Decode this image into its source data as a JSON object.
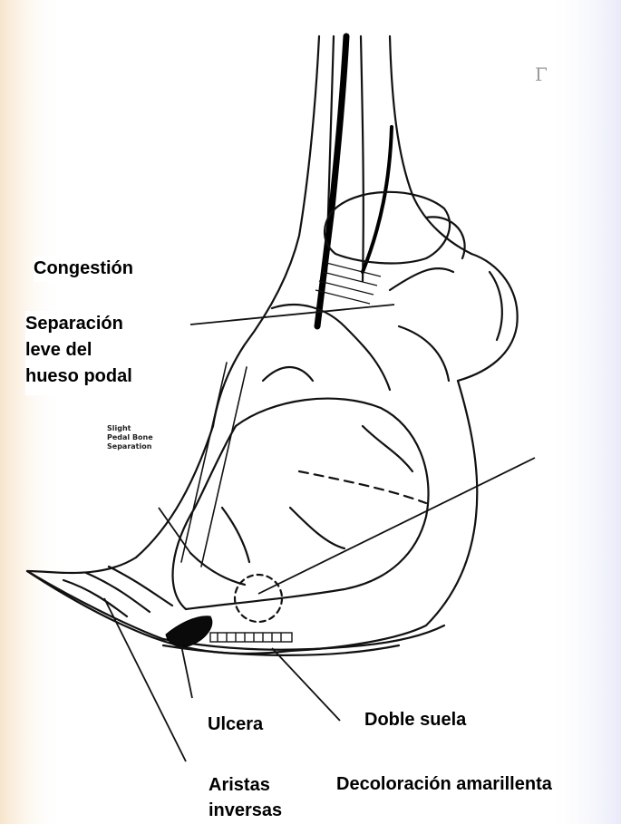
{
  "labels": {
    "congestion": "Congestión",
    "separation": "Separación\nleve del\nhueso podal",
    "ulcer": "Ulcera",
    "double_sole": "Doble suela",
    "inverse_ridges": "Aristas\ninversas",
    "yellow_discoloration": "Decoloración amarillenta"
  },
  "embedded_label": "Slight\nPedal Bone\nSeparation",
  "colors": {
    "ink": "#111111",
    "ulcer_fill": "#0a0a0a",
    "background_tint_left": "#f7e4c8",
    "background_tint_right": "#eef0fa"
  }
}
